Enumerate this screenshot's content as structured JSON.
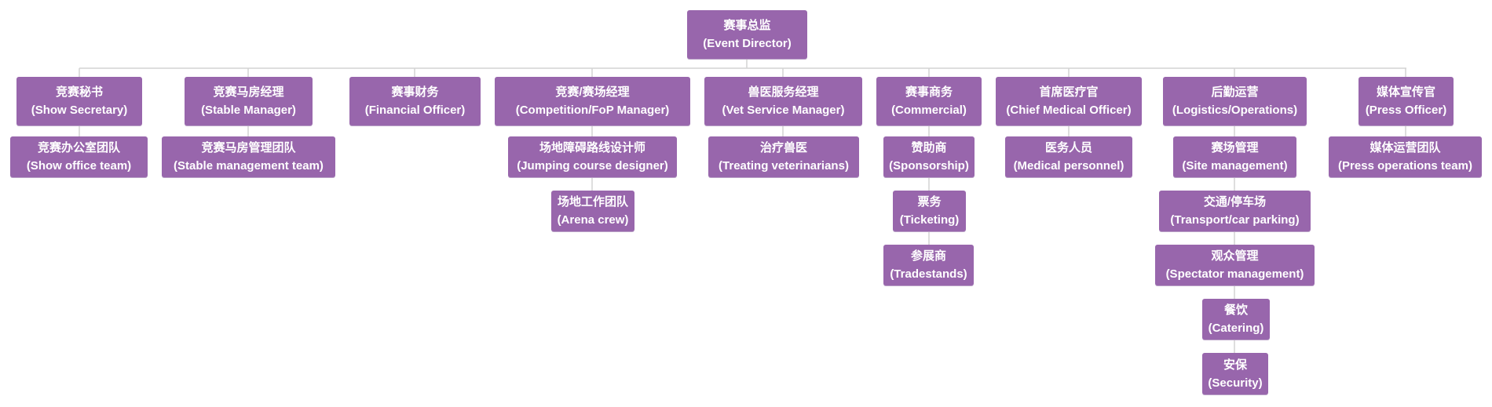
{
  "root": {
    "zh": "赛事总监",
    "en": "(Event Director)"
  },
  "columns": [
    {
      "head": {
        "zh": "竞赛秘书",
        "en": "(Show Secretary)"
      },
      "children": [
        {
          "zh": "竞赛办公室团队",
          "en": "(Show office team)"
        }
      ]
    },
    {
      "head": {
        "zh": "竞赛马房经理",
        "en": "(Stable Manager)"
      },
      "children": [
        {
          "zh": "竞赛马房管理团队",
          "en": "(Stable management team)"
        }
      ]
    },
    {
      "head": {
        "zh": "赛事财务",
        "en": "(Financial Officer)"
      },
      "children": []
    },
    {
      "head": {
        "zh": "竞赛/赛场经理",
        "en": "(Competition/FoP Manager)"
      },
      "children": [
        {
          "zh": "场地障碍路线设计师",
          "en": "(Jumping course designer)"
        },
        {
          "zh": "场地工作团队",
          "en": "(Arena crew)"
        }
      ]
    },
    {
      "head": {
        "zh": "兽医服务经理",
        "en": "(Vet Service Manager)"
      },
      "children": [
        {
          "zh": "治疗兽医",
          "en": "(Treating veterinarians)"
        }
      ]
    },
    {
      "head": {
        "zh": "赛事商务",
        "en": "(Commercial)"
      },
      "children": [
        {
          "zh": "赞助商",
          "en": "(Sponsorship)"
        },
        {
          "zh": "票务",
          "en": "(Ticketing)"
        },
        {
          "zh": "参展商",
          "en": "(Tradestands)"
        }
      ]
    },
    {
      "head": {
        "zh": "首席医疗官",
        "en": "(Chief Medical Officer)"
      },
      "children": [
        {
          "zh": "医务人员",
          "en": "(Medical personnel)"
        }
      ]
    },
    {
      "head": {
        "zh": "后勤运营",
        "en": "(Logistics/Operations)"
      },
      "children": [
        {
          "zh": "赛场管理",
          "en": "(Site management)"
        },
        {
          "zh": "交通/停车场",
          "en": "(Transport/car parking)"
        },
        {
          "zh": "观众管理",
          "en": "(Spectator management)"
        },
        {
          "zh": "餐饮",
          "en": "(Catering)"
        },
        {
          "zh": "安保",
          "en": "(Security)"
        }
      ]
    },
    {
      "head": {
        "zh": "媒体宣传官",
        "en": "(Press Officer)"
      },
      "children": [
        {
          "zh": "媒体运营团队",
          "en": "(Press operations team)"
        }
      ]
    }
  ],
  "colors": {
    "node": "#9866ac",
    "connector": "#d3d3d3",
    "text": "#ffffff"
  }
}
